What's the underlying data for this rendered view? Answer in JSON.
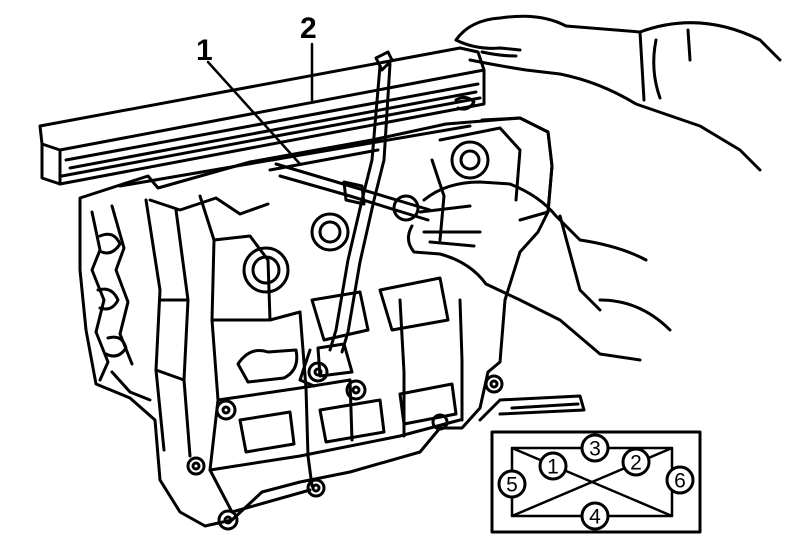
{
  "figure": {
    "callouts": {
      "straightedge": "2",
      "feeler_gauge": "1"
    },
    "inset": {
      "sequence": [
        "1",
        "2",
        "3",
        "4",
        "5",
        "6"
      ]
    }
  },
  "colors": {
    "line": "#000000",
    "background": "#ffffff"
  }
}
